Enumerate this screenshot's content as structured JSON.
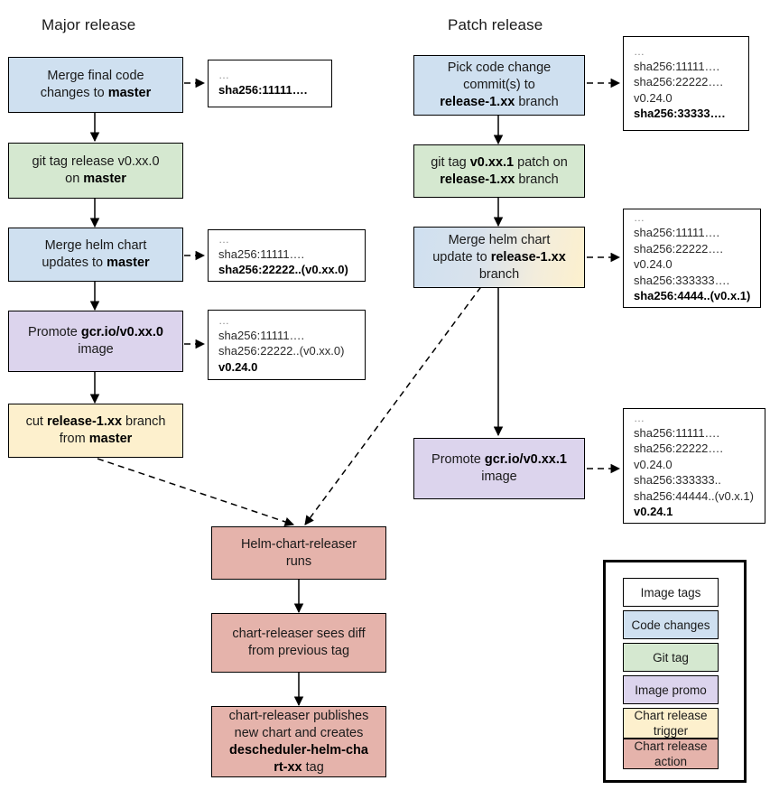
{
  "columns": {
    "major": "Major release",
    "patch": "Patch release"
  },
  "major_flow": [
    {
      "id": "merge-final-code",
      "kind": "code-changes",
      "color": "#cfe0f0",
      "lines": [
        {
          "t": "Merge final code"
        },
        {
          "t": "changes to ",
          "b": "master"
        }
      ]
    },
    {
      "id": "git-tag-release",
      "kind": "git-tag",
      "color": "#d5e8d0",
      "lines": [
        {
          "t": "git tag release v0.xx.0"
        },
        {
          "t": "on ",
          "b": "master"
        }
      ]
    },
    {
      "id": "merge-helm-chart-master",
      "kind": "code-changes",
      "color": "#cfe0f0",
      "lines": [
        {
          "t": "Merge helm chart"
        },
        {
          "t": "updates to ",
          "b": "master"
        }
      ]
    },
    {
      "id": "promote-image-major",
      "kind": "image-promo",
      "color": "#dcd4ed",
      "lines": [
        {
          "t": "Promote ",
          "b": "gcr.io/v0.xx.0"
        },
        {
          "t": "image"
        }
      ]
    },
    {
      "id": "cut-release-branch",
      "kind": "chart-release-trigger",
      "color": "#fdf0cd",
      "lines": [
        {
          "pre": "cut ",
          "b": "release-1.xx",
          "post": " branch"
        },
        {
          "t": "from ",
          "b": "master"
        }
      ]
    }
  ],
  "patch_flow": [
    {
      "id": "pick-code-change",
      "kind": "code-changes",
      "color": "#cfe0f0",
      "lines": [
        {
          "t": "Pick code change"
        },
        {
          "t": "commit(s) to"
        },
        {
          "b": "release-1.xx",
          "post": " branch"
        }
      ]
    },
    {
      "id": "git-tag-patch",
      "kind": "git-tag",
      "color": "#d5e8d0",
      "lines": [
        {
          "pre": "git tag ",
          "b": "v0.xx.1",
          "post": " patch on"
        },
        {
          "b": "release-1.xx",
          "post": " branch"
        }
      ]
    },
    {
      "id": "merge-helm-chart-release",
      "kind": "gradient-code-to-trigger",
      "color": "gradient",
      "lines": [
        {
          "t": "Merge helm chart"
        },
        {
          "pre": "update to ",
          "b": "release-1.xx"
        },
        {
          "t": "branch"
        }
      ]
    },
    {
      "id": "promote-image-patch",
      "kind": "image-promo",
      "color": "#dcd4ed",
      "lines": [
        {
          "t": "Promote ",
          "b": "gcr.io/v0.xx.1"
        },
        {
          "t": "image"
        }
      ]
    }
  ],
  "bottom_flow": [
    {
      "id": "helm-chart-releaser-runs",
      "kind": "chart-release-action",
      "color": "#e5b3ab",
      "lines": [
        {
          "t": "Helm-chart-releaser"
        },
        {
          "t": "runs"
        }
      ]
    },
    {
      "id": "chart-releaser-sees-diff",
      "kind": "chart-release-action",
      "color": "#e5b3ab",
      "lines": [
        {
          "t": "chart-releaser sees diff"
        },
        {
          "t": "from previous tag"
        }
      ]
    },
    {
      "id": "chart-releaser-publishes",
      "kind": "chart-release-action",
      "color": "#e5b3ab",
      "lines": [
        {
          "t": "chart-releaser publishes"
        },
        {
          "t": "new chart and creates"
        },
        {
          "b": "descheduler-helm-cha"
        },
        {
          "b": "rt-xx",
          "post": " tag"
        }
      ]
    }
  ],
  "tag_boxes": [
    {
      "id": "tags-after-merge-final-code",
      "lines": [
        {
          "t": "…",
          "dots": true
        },
        {
          "t": "sha256:11111….",
          "bold": true
        }
      ]
    },
    {
      "id": "tags-after-merge-helm-master",
      "lines": [
        {
          "t": "…",
          "dots": true
        },
        {
          "t": "sha256:11111…."
        },
        {
          "t": "sha256:22222..(v0.xx.0)",
          "bold": true
        }
      ]
    },
    {
      "id": "tags-after-promote-major",
      "lines": [
        {
          "t": "…",
          "dots": true
        },
        {
          "t": "sha256:11111…."
        },
        {
          "t": "sha256:22222..(v0.xx.0)"
        },
        {
          "t": "v0.24.0",
          "bold": true
        }
      ]
    },
    {
      "id": "tags-after-pick-code-change",
      "lines": [
        {
          "t": "…",
          "dots": true
        },
        {
          "t": "sha256:11111…."
        },
        {
          "t": "sha256:22222…."
        },
        {
          "t": "v0.24.0"
        },
        {
          "t": "sha256:33333….",
          "bold": true
        }
      ]
    },
    {
      "id": "tags-after-merge-helm-release",
      "lines": [
        {
          "t": "…",
          "dots": true
        },
        {
          "t": "sha256:11111…."
        },
        {
          "t": "sha256:22222…."
        },
        {
          "t": "v0.24.0"
        },
        {
          "t": "sha256:333333…."
        },
        {
          "t": "sha256:4444..(v0.x.1)",
          "bold": true
        }
      ]
    },
    {
      "id": "tags-after-promote-patch",
      "lines": [
        {
          "t": "…",
          "dots": true
        },
        {
          "t": "sha256:11111…."
        },
        {
          "t": "sha256:22222…."
        },
        {
          "t": "v0.24.0"
        },
        {
          "t": "sha256:333333.."
        },
        {
          "t": "sha256:44444..(v0.x.1)"
        },
        {
          "t": "v0.24.1",
          "bold": true
        }
      ]
    }
  ],
  "legend": {
    "items": [
      {
        "label": "Image tags",
        "color": "#ffffff"
      },
      {
        "label": "Code changes",
        "color": "#cfe0f0"
      },
      {
        "label": "Git tag",
        "color": "#d5e8d0"
      },
      {
        "label": "Image promo",
        "color": "#dcd4ed"
      },
      {
        "label": "Chart release\ntrigger",
        "color": "#fdf0cd"
      },
      {
        "label": "Chart release\naction",
        "color": "#e5b3ab"
      }
    ]
  }
}
